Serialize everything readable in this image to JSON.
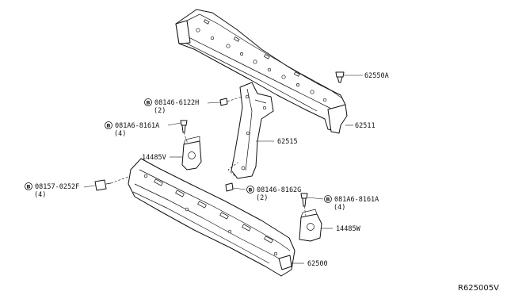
{
  "diagram": {
    "code": "R625005V",
    "parts": [
      {
        "id": "p62550A",
        "label": "62550A"
      },
      {
        "id": "p62511",
        "label": "62511"
      },
      {
        "id": "p62515",
        "label": "62515"
      },
      {
        "id": "p14485V",
        "label": "14485V"
      },
      {
        "id": "p14485W",
        "label": "14485W"
      },
      {
        "id": "p62500",
        "label": "62500"
      }
    ],
    "fasteners": [
      {
        "id": "f1",
        "badge": "B",
        "number": "08146-6122H",
        "qty": "(2)"
      },
      {
        "id": "f2",
        "badge": "B",
        "number": "081A6-8161A",
        "qty": "(4)"
      },
      {
        "id": "f3",
        "badge": "B",
        "number": "08157-0252F",
        "qty": "(4)"
      },
      {
        "id": "f4",
        "badge": "B",
        "number": "08146-8162G",
        "qty": "(2)"
      },
      {
        "id": "f5",
        "badge": "B",
        "number": "081A6-8161A",
        "qty": "(4)"
      }
    ]
  }
}
